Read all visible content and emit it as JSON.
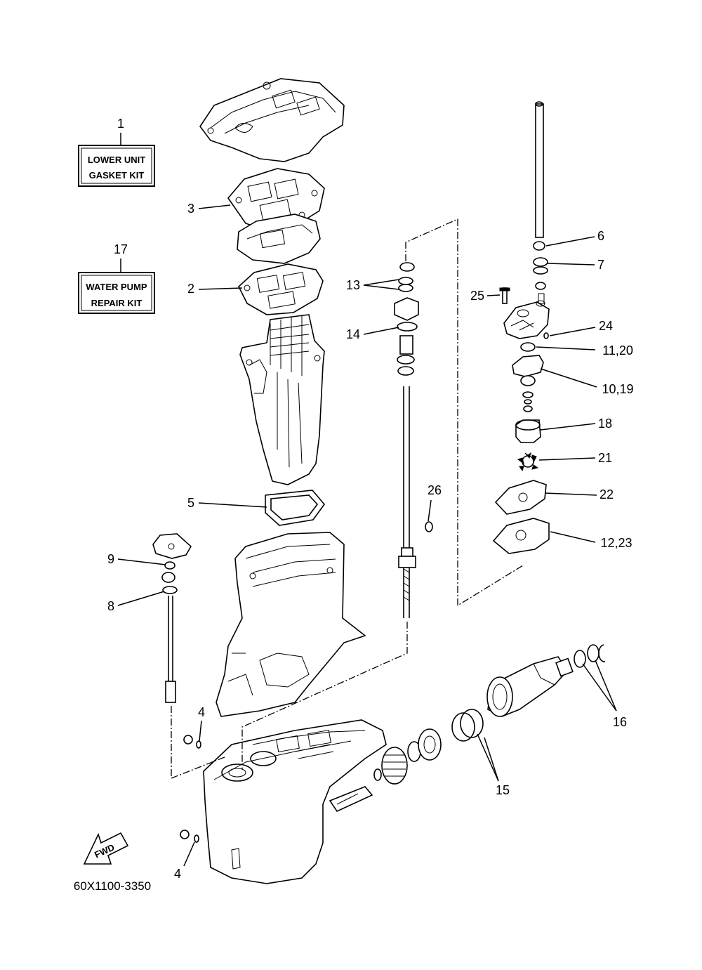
{
  "kits": [
    {
      "ref": "1",
      "line1": "LOWER UNIT",
      "line2": "GASKET KIT"
    },
    {
      "ref": "17",
      "line1": "WATER PUMP",
      "line2": "REPAIR KIT"
    }
  ],
  "callouts": {
    "c2": "2",
    "c3": "3",
    "c4a": "4",
    "c4b": "4",
    "c5": "5",
    "c6": "6",
    "c7": "7",
    "c8": "8",
    "c9": "9",
    "c10_19": "10,19",
    "c11_20": "11,20",
    "c12_23": "12,23",
    "c13": "13",
    "c14": "14",
    "c15": "15",
    "c16": "16",
    "c18": "18",
    "c21": "21",
    "c22": "22",
    "c24": "24",
    "c25": "25",
    "c26": "26"
  },
  "fwd_label": "FWD",
  "diagram_code": "60X1100-3350"
}
